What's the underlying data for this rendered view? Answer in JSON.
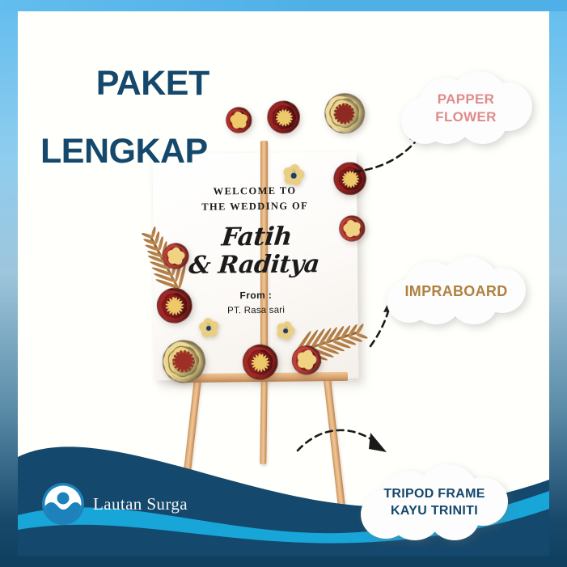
{
  "poster": {
    "headline_line1": "PAKET",
    "headline_line2": "LENGKAP",
    "headline_color": "#14486c",
    "background_color": "#fffffb"
  },
  "frame": {
    "top_color": "#4fb0e8",
    "gradient_top_color": "#63bdee",
    "gradient_bottom_color": "#10405f"
  },
  "sign": {
    "welcome_line1": "WELCOME TO",
    "welcome_line2": "THE WEDDING OF",
    "couple_line1": "Fatih",
    "couple_line2": "& Raditya",
    "from_label": "From :",
    "from_value": "PT. Rasa sari"
  },
  "callouts": [
    {
      "id": "papper-flower",
      "line1": "PAPPER",
      "line2": "FLOWER",
      "text_color": "#e08b8b",
      "font_size": "17px"
    },
    {
      "id": "impraboard",
      "line1": "IMPRABOARD",
      "line2": "",
      "text_color": "#b08040",
      "font_size": "18px"
    },
    {
      "id": "tripod-frame",
      "line1": "TRIPOD FRAME",
      "line2": "KAYU TRINITI",
      "text_color": "#14486c",
      "font_size": "16px"
    }
  ],
  "brand": {
    "name": "Lautan Surga",
    "logo_icon": "wave-sun-circle-icon",
    "logo_color": "#1d82bb",
    "text_color": "#f4f7f6"
  },
  "waves": {
    "light_color": "#18a5d8",
    "dark_color": "#14486c"
  },
  "palette": {
    "flower_dark_red": "#8e1c20",
    "flower_red": "#c43c34",
    "flower_cream": "#f0dc96",
    "flower_yellow_center": "#edc96a",
    "leaf_tan": "#b58050",
    "wood_tan": "#e0b07c"
  },
  "arrows": [
    {
      "id": "arrow-to-papper-flower"
    },
    {
      "id": "arrow-to-impraboard"
    },
    {
      "id": "arrow-to-tripod-frame"
    }
  ]
}
